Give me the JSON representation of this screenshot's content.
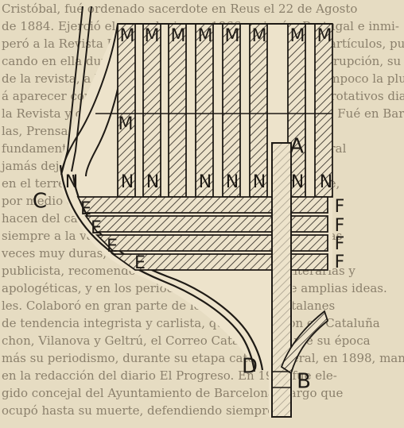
{
  "background_text": {
    "lines": [
      "Cristóbal, fué ordenado sacerdote en Reus el 22 de Agosto",
      "de 1884. Ejerció el sacerdocio; en 1866 emigró a Portugal e inmi-",
      "peró a la Revista Popular, de Barcelona, sus primeros artículos, publi-",
      "cando en ella durante más de cincuenta años, sin interrupción, su primeros",
      "de la revista, a la que dedicó toda su vida, sin dejar tampoco la pluma pétrea",
      "á aparecer como colaborador de una extensa serie de rotativos diarios",
      "la Revista y de los principales periódicos de su tiempo. Fué en Barcelona,",
      "las, Prensa, en donde popularizó lo que fué",
      "fundamento y alma de todo el movimiento catolicoliberal",
      "jamás dejó de combatir, a lo largo de su vida, casi",
      "en el terreno ideológico, sin llegar nunca a perder la fe,",
      "por medio de las sucesivas polémicas,",
      "hacen del campo del periodismo el mismo sacerdote",
      "siempre a la vanguardia de todas las escaramuzas, unas",
      "veces muy duras, contra adversarios y nacionalistas y",
      "publicista, recomendó a los católicos sus obras literarias y",
      "apologéticas, y en los periódicos sus artículos de amplias ideas.",
      "les. Colaboró en gran parte de los periódicos catalanes",
      "de tendencia integrista y carlista, que se editaron en Cataluña",
      "chon, Vilanova y Geltrú, el Correo Catalán, durante su época",
      "más su periodismo, durante su etapa catolicoliberal, en 1898, manteniendo",
      "en la redacción del diario El Progreso. En 1910 fue ele-",
      "gido concejal del Ayuntamiento de Barcelona, cargo que",
      "ocupó hasta su muerte, defendiendo siempre"
    ]
  },
  "diagram": {
    "labels": {
      "m_top": [
        "M",
        "M",
        "M",
        "M",
        "M",
        "M",
        "M",
        "M"
      ],
      "m_mid": "M",
      "n_row": [
        "N",
        "N",
        "N",
        "N",
        "N",
        "N",
        "N",
        "N"
      ],
      "e_row": [
        "E",
        "E",
        "E",
        "E"
      ],
      "f_row": [
        "F",
        "F",
        "F",
        "F"
      ],
      "a": "A",
      "b": "B",
      "c": "C",
      "d": "D"
    }
  }
}
